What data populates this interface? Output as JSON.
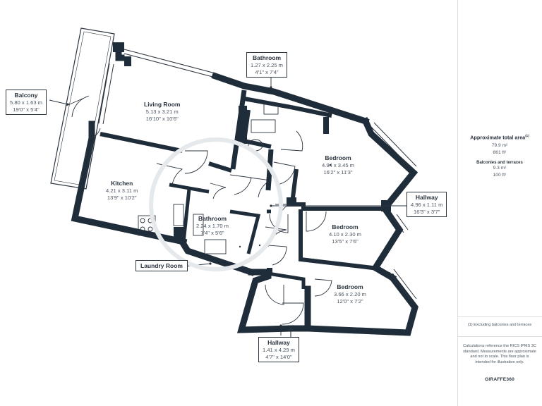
{
  "rooms": {
    "balcony": {
      "title": "Balcony",
      "metric": "5.80 x 1.63 m",
      "imperial": "19'0\" x 5'4\""
    },
    "living": {
      "title": "Living Room",
      "metric": "5.13 x 3.21 m",
      "imperial": "16'10\" x 10'6\""
    },
    "bath_top": {
      "title": "Bathroom",
      "metric": "1.27 x 2.25 m",
      "imperial": "4'1\" x 7'4\""
    },
    "bedroom1": {
      "title": "Bedroom",
      "metric": "4.94 x 3.45 m",
      "imperial": "16'2\" x 11'3\""
    },
    "kitchen": {
      "title": "Kitchen",
      "metric": "4.21 x 3.11 m",
      "imperial": "13'9\" x 10'2\""
    },
    "bath_mid": {
      "title": "Bathroom",
      "metric": "2.24 x 1.70 m",
      "imperial": "7'4\" x 5'6\""
    },
    "hallway_right": {
      "title": "Hallway",
      "metric": "4.96 x 1.11 m",
      "imperial": "16'3\" x 3'7\""
    },
    "bedroom2": {
      "title": "Bedroom",
      "metric": "4.10 x 2.30 m",
      "imperial": "13'5\" x 7'6\""
    },
    "bedroom3": {
      "title": "Bedroom",
      "metric": "3.66 x 2.20 m",
      "imperial": "12'0\" x 7'2\""
    },
    "hallway_bottom": {
      "title": "Hallway",
      "metric": "1.41 x 4.29 m",
      "imperial": "4'7\" x 14'0\""
    },
    "laundry": {
      "title": "Laundry Room"
    }
  },
  "sidebar": {
    "area_title": "Approximate total area",
    "area_sup": "(1)",
    "area_m2": "79.9 m²",
    "area_ft2": "861 ft²",
    "balconies_title": "Balconies and terraces",
    "balconies_m2": "9.3 m²",
    "balconies_ft2": "100 ft²",
    "footnote": "(1) Excluding balconies and terraces",
    "disclaimer": "Calculations reference the RICS IPMS 3C standard. Measurements are approximate and not to scale. This floor plan is intended for illustration only.",
    "brand": "GIRAFFE360"
  },
  "colors": {
    "wall": "#1f2c39",
    "thin": "#2b3540",
    "background": "#ffffff"
  }
}
